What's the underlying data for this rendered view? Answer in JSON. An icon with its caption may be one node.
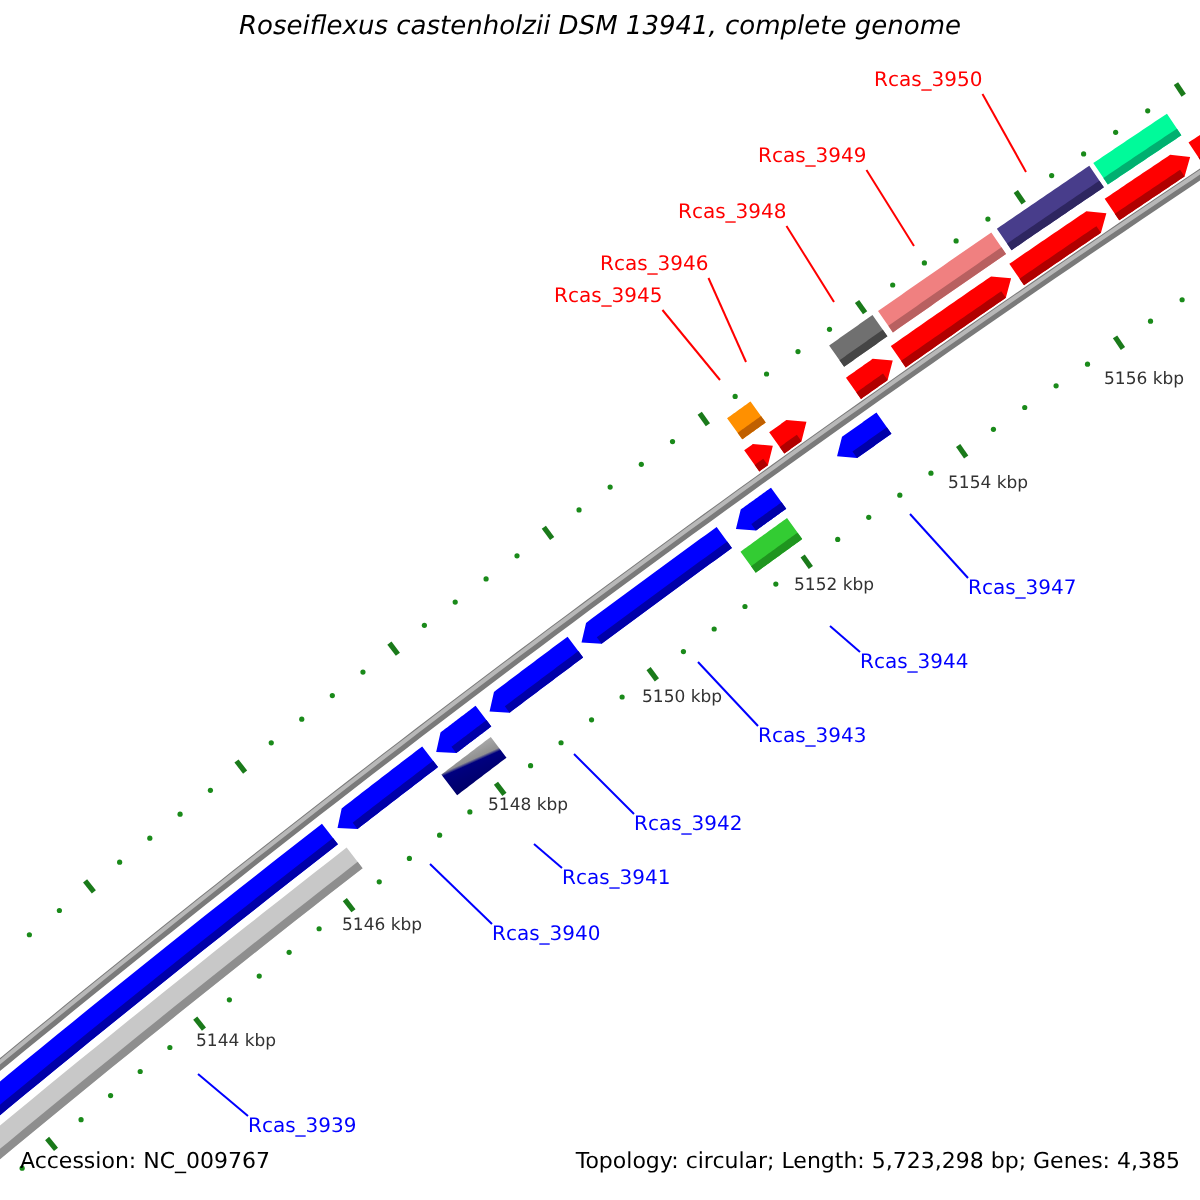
{
  "diagram": {
    "title": "Roseiflexus castenholzii DSM 13941, complete genome",
    "nodes": [
      {
        "text": [
          "Rcas_3950"
        ]
      },
      {
        "text": [
          "Rcas_3949"
        ]
      },
      {
        "text": [
          "Rcas_3948"
        ]
      },
      {
        "text": [
          "Rcas_3946"
        ]
      },
      {
        "text": [
          "Rcas_3945"
        ]
      },
      {
        "text": [
          "Rcas_3947"
        ]
      },
      {
        "text": [
          "Rcas_3944"
        ]
      },
      {
        "text": [
          "Rcas_3943"
        ]
      },
      {
        "text": [
          "Rcas_3942"
        ]
      },
      {
        "text": [
          "Rcas_3941"
        ]
      },
      {
        "text": [
          "Rcas_3940"
        ]
      },
      {
        "text": [
          "Rcas_3939"
        ]
      }
    ],
    "edges": [
      {
        "from": 0,
        "to": null,
        "arrow": "none",
        "color": "#ff0000"
      },
      {
        "from": 1,
        "to": null,
        "arrow": "none",
        "color": "#ff0000"
      },
      {
        "from": 2,
        "to": null,
        "arrow": "none",
        "color": "#ff0000"
      },
      {
        "from": 3,
        "to": null,
        "arrow": "none",
        "color": "#ff0000"
      },
      {
        "from": 4,
        "to": null,
        "arrow": "none",
        "color": "#ff0000"
      },
      {
        "from": 5,
        "to": null,
        "arrow": "none"
      },
      {
        "from": 6,
        "to": null,
        "arrow": "none"
      },
      {
        "from": 7,
        "to": null,
        "arrow": "none"
      },
      {
        "from": 8,
        "to": null,
        "arrow": "none"
      },
      {
        "from": 9,
        "to": null,
        "arrow": "none"
      },
      {
        "from": 10,
        "to": null,
        "arrow": "none"
      },
      {
        "from": 11,
        "to": null,
        "arrow": "none"
      }
    ],
    "labels": [
      "5156 kbp",
      "5154 kbp",
      "5152 kbp",
      "5150 kbp",
      "5148 kbp",
      "5146 kbp",
      "5144 kbp",
      "Accession: NC_009767",
      "Topology: circular; Length: 5,723,298 bp; Genes: 4,385"
    ]
  }
}
